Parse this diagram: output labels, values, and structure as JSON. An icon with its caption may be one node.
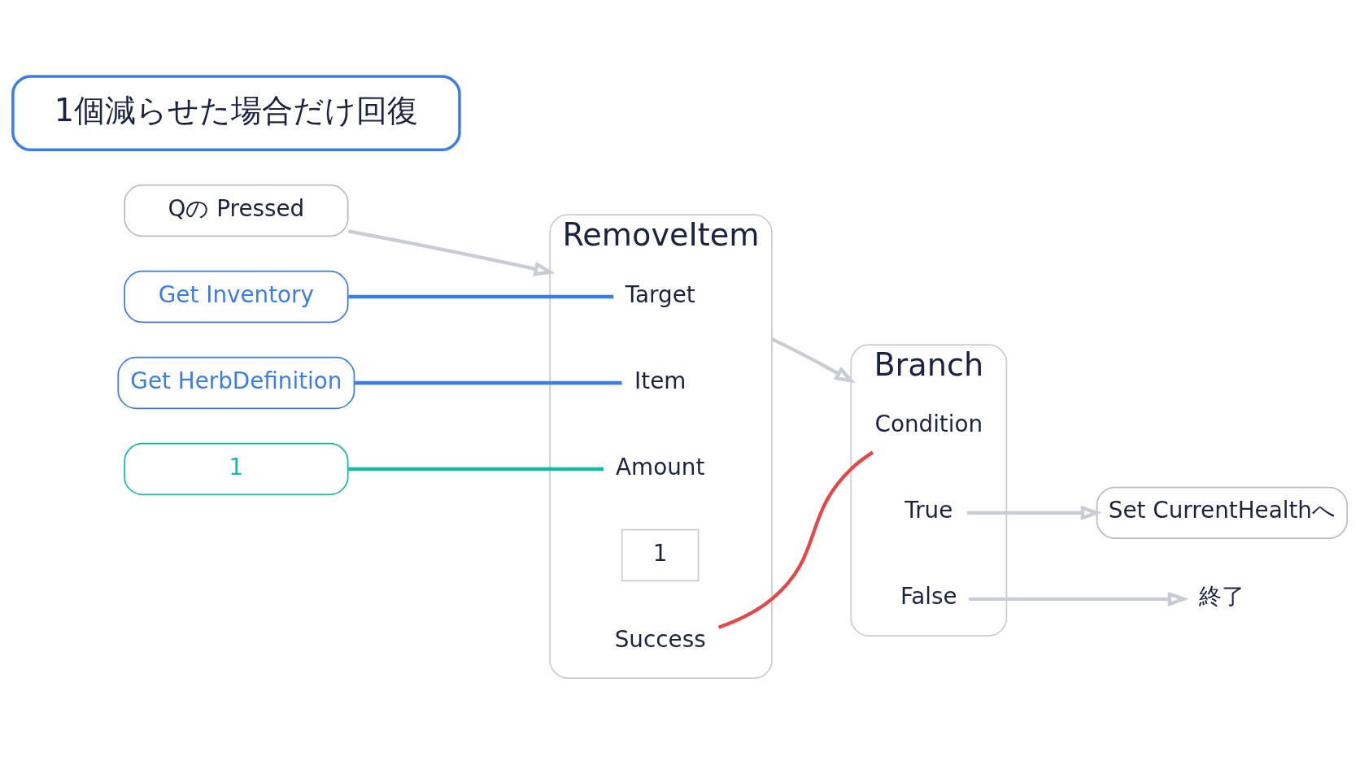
{
  "diagram": {
    "nodes": [
      {
        "text": [
          "Qの Pressed"
        ]
      },
      {
        "text": [
          "Get Inventory"
        ]
      },
      {
        "text": [
          "Get HerbDefinition"
        ]
      },
      {
        "text": [
          "1"
        ]
      },
      {
        "text": [
          "RemoveItem"
        ]
      },
      {
        "text": [
          "Target"
        ],
        "in": 4
      },
      {
        "text": [
          "Item"
        ],
        "in": 4
      },
      {
        "text": [
          "Amount"
        ],
        "in": 4
      },
      {
        "text": [
          "1"
        ],
        "in": 4
      },
      {
        "text": [
          "Success"
        ],
        "in": 4
      },
      {
        "text": [
          "Branch"
        ]
      },
      {
        "text": [
          "Condition"
        ],
        "in": 10
      },
      {
        "text": [
          "True"
        ],
        "in": 10
      },
      {
        "text": [
          "False"
        ],
        "in": 10
      },
      {
        "text": [
          "Set CurrentHealthへ"
        ]
      },
      {
        "text": [
          "終了"
        ]
      },
      {
        "text": [
          "1個減らせた場合だけ回復"
        ]
      }
    ],
    "edges": [
      {
        "from": 0,
        "to": 4,
        "arrow": "to"
      },
      {
        "from": 4,
        "to": 10,
        "arrow": "to"
      },
      {
        "from": 1,
        "to": 5,
        "arrow": "none",
        "color": "#3b7de8"
      },
      {
        "from": 2,
        "to": 6,
        "arrow": "none",
        "color": "#3b7de8"
      },
      {
        "from": 3,
        "to": 7,
        "arrow": "none",
        "color": "#16b8a6"
      },
      {
        "from": 9,
        "to": 11,
        "arrow": "none",
        "color": "#e84545"
      },
      {
        "from": 12,
        "to": 14,
        "arrow": "to"
      },
      {
        "from": 13,
        "to": 15,
        "arrow": "to"
      }
    ]
  }
}
